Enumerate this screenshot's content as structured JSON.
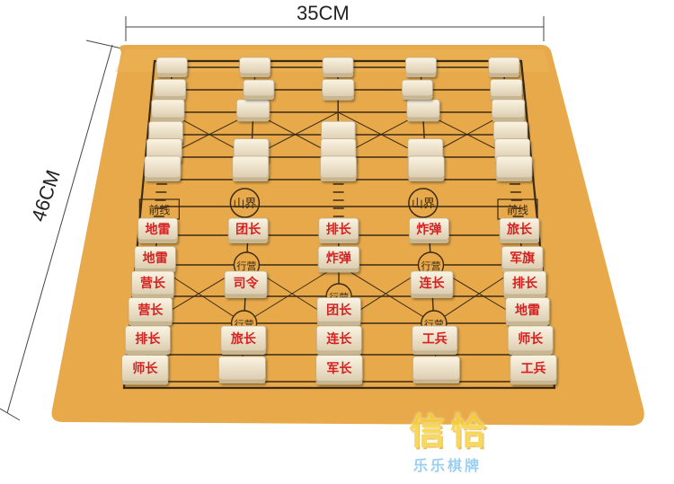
{
  "dimensions": {
    "width_label": "35CM",
    "height_label": "46CM"
  },
  "board": {
    "mat_color": "#e7a94a",
    "line_color": "#3b2a16",
    "camp_markers": [
      {
        "text": "山界",
        "col": 1
      },
      {
        "text": "山界",
        "col": 3
      }
    ],
    "rail_labels": [
      {
        "text": "前线",
        "col": 0
      },
      {
        "text": "前线",
        "col": 4
      }
    ],
    "station_label": "行营"
  },
  "pieces": {
    "face_color": "#f2e7cf",
    "text_color": "#d42020",
    "hidden_rows": 6,
    "red_rows": [
      [
        "地雷",
        "团长",
        "排长",
        "炸弹",
        "旅长"
      ],
      [
        "地雷",
        "",
        "炸弹",
        "",
        "军旗"
      ],
      [
        "营长",
        "司令",
        "",
        "连长",
        "排长"
      ],
      [
        "营长",
        "",
        "团长",
        "",
        "地雷"
      ],
      [
        "排长",
        "旅长",
        "连长",
        "工兵",
        "师长"
      ],
      [
        "师长",
        "",
        "军长",
        "",
        "工兵"
      ]
    ],
    "blank_pieces_in_front": [
      1,
      3
    ]
  },
  "watermark": {
    "brand": "信恰",
    "sub": "乐乐棋牌"
  }
}
